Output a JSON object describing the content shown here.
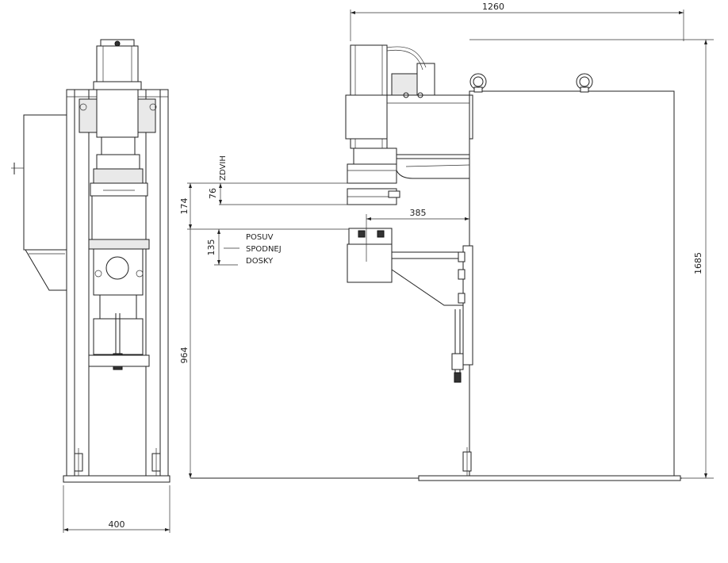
{
  "dimensions": {
    "width_front": "400",
    "depth_side": "1260",
    "height_total": "1685",
    "height_table": "964",
    "stroke_total": "174",
    "stroke_lift": "76",
    "table_adjust": "135",
    "arm_reach": "385"
  },
  "labels": {
    "lift": "ZDVIH",
    "table_shift_1": "POSUV",
    "table_shift_2": "SPODNEJ",
    "table_shift_3": "DOSKY"
  }
}
